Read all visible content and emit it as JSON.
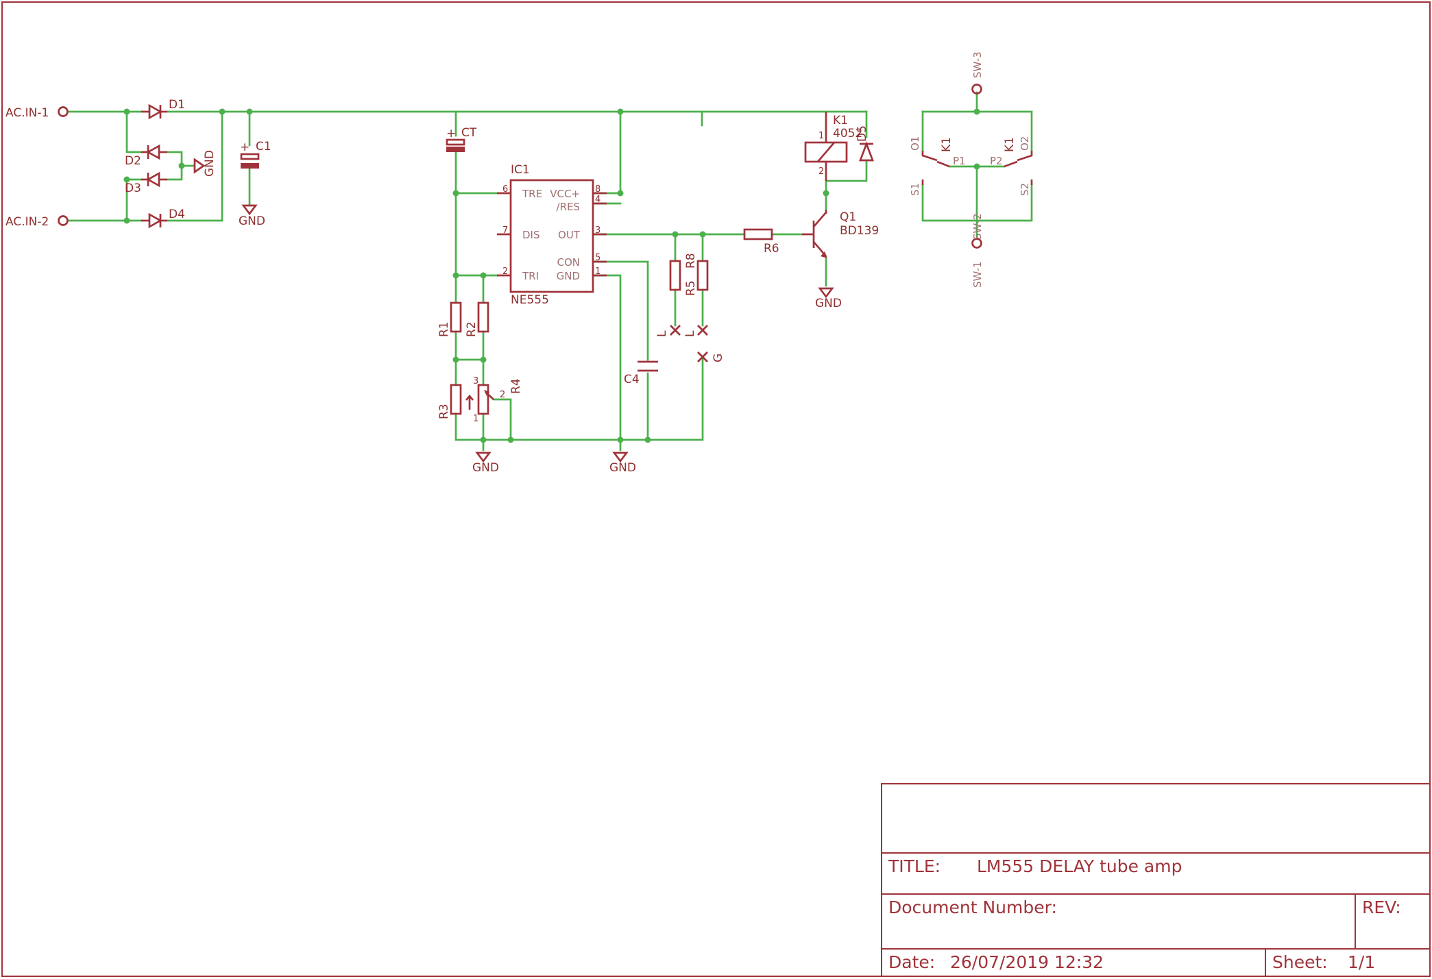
{
  "ports": {
    "ac_in_1": "AC.IN-1",
    "ac_in_2": "AC.IN-2"
  },
  "diodes": {
    "d1": "D1",
    "d2": "D2",
    "d3": "D3",
    "d4": "D4",
    "d5": "D5"
  },
  "capacitors": {
    "c1": "C1",
    "ct": "CT",
    "c4": "C4",
    "plus": "+"
  },
  "gnd": "GND",
  "ic": {
    "name": "IC1",
    "value": "NE555",
    "pins": {
      "tre": "TRE",
      "vcc": "VCC+",
      "res": "/RES",
      "dis": "DIS",
      "out": "OUT",
      "tri": "TRI",
      "con": "CON",
      "gnd": "GND",
      "n6": "6",
      "n8": "8",
      "n4": "4",
      "n7": "7",
      "n3": "3",
      "n2": "2",
      "n5": "5",
      "n1": "1"
    }
  },
  "resistors": {
    "r1": "R1",
    "r2": "R2",
    "r3": "R3",
    "r4": "R4",
    "r5": "R5",
    "r6": "R6",
    "r8": "R8"
  },
  "pot_pins": {
    "p1": "1",
    "p2": "2",
    "p3": "3"
  },
  "jumpers": {
    "l1": "L",
    "l2": "L",
    "g": "G"
  },
  "transistor": {
    "name": "Q1",
    "value": "BD139"
  },
  "relay": {
    "name": "K1",
    "value": "4052",
    "coil_pin1": "1",
    "coil_pin2": "2",
    "contacts": {
      "k1a": "K1",
      "k1b": "K1",
      "o1": "O1",
      "o2": "O2",
      "p1": "P1",
      "p2": "P2",
      "s1": "S1",
      "s2": "S2"
    }
  },
  "switch_ports": {
    "sw1": "SW-1",
    "sw2": "SW-2",
    "sw3": "SW-3"
  },
  "title_block": {
    "title_label": "TITLE:",
    "title_value": "LM555 DELAY tube amp",
    "docnum_label": "Document Number:",
    "rev_label": "REV:",
    "date_label": "Date:",
    "date_value": "26/07/2019 12:32",
    "sheet_label": "Sheet:",
    "sheet_value": "1/1"
  }
}
